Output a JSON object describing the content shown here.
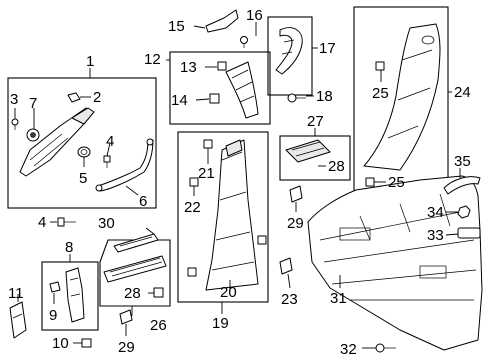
{
  "callouts": {
    "c1": "1",
    "c2": "2",
    "c3": "3",
    "c4a": "4",
    "c4b": "4",
    "c5": "5",
    "c6": "6",
    "c7": "7",
    "c8": "8",
    "c9": "9",
    "c10": "10",
    "c11": "11",
    "c12": "12",
    "c13": "13",
    "c14": "14",
    "c15": "15",
    "c16": "16",
    "c17": "17",
    "c18": "18",
    "c19": "19",
    "c20": "20",
    "c21": "21",
    "c22": "22",
    "c23": "23",
    "c24": "24",
    "c25a": "25",
    "c25b": "25",
    "c26": "26",
    "c27": "27",
    "c28a": "28",
    "c28b": "28",
    "c29a": "29",
    "c29b": "29",
    "c30": "30",
    "c31": "31",
    "c32": "32",
    "c33": "33",
    "c34": "34",
    "c35": "35"
  },
  "colors": {
    "line": "#000000",
    "background": "#ffffff",
    "shade": "#e9e9e9"
  }
}
